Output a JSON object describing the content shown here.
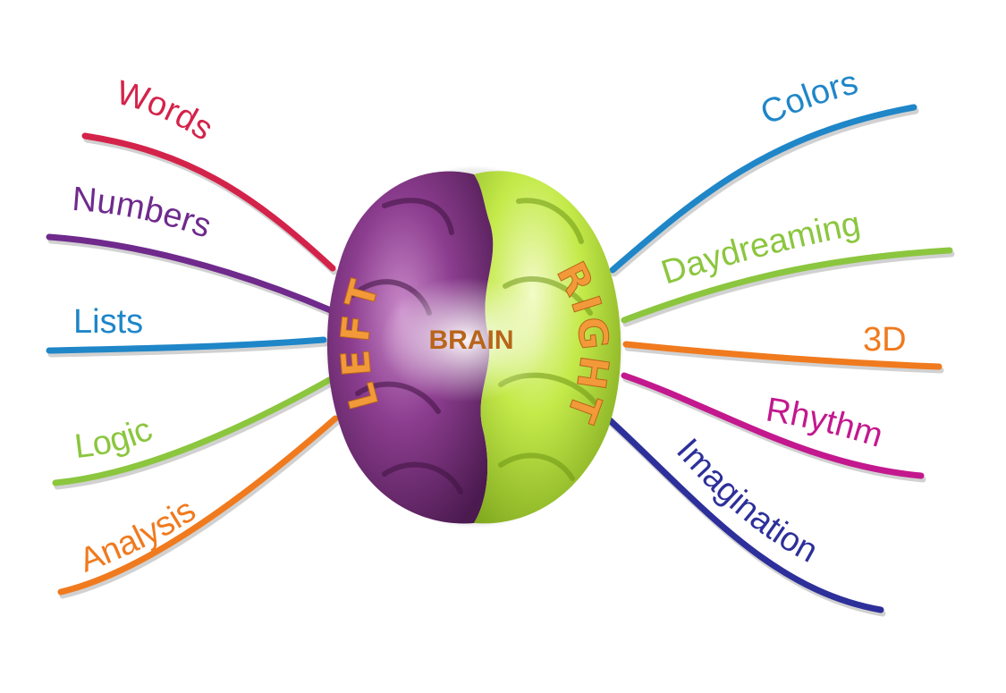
{
  "center": {
    "label": "BRAIN"
  },
  "hemispheres": {
    "left": {
      "label": "LEFT",
      "color": "#7a2f7e"
    },
    "right": {
      "label": "RIGHT",
      "color": "#b9e33a"
    }
  },
  "hemisphere_text_color": "#f29a3a",
  "left_branches": [
    {
      "label": "Words",
      "color": "#d4234a"
    },
    {
      "label": "Numbers",
      "color": "#6f2a8c"
    },
    {
      "label": "Lists",
      "color": "#1f86c8"
    },
    {
      "label": "Logic",
      "color": "#8bc63e"
    },
    {
      "label": "Analysis",
      "color": "#f07a1e"
    }
  ],
  "right_branches": [
    {
      "label": "Colors",
      "color": "#1f86c8"
    },
    {
      "label": "Daydreaming",
      "color": "#8bc63e"
    },
    {
      "label": "3D",
      "color": "#f07a1e"
    },
    {
      "label": "Rhythm",
      "color": "#c3188e"
    },
    {
      "label": "Imagination",
      "color": "#2d2f9a"
    }
  ]
}
